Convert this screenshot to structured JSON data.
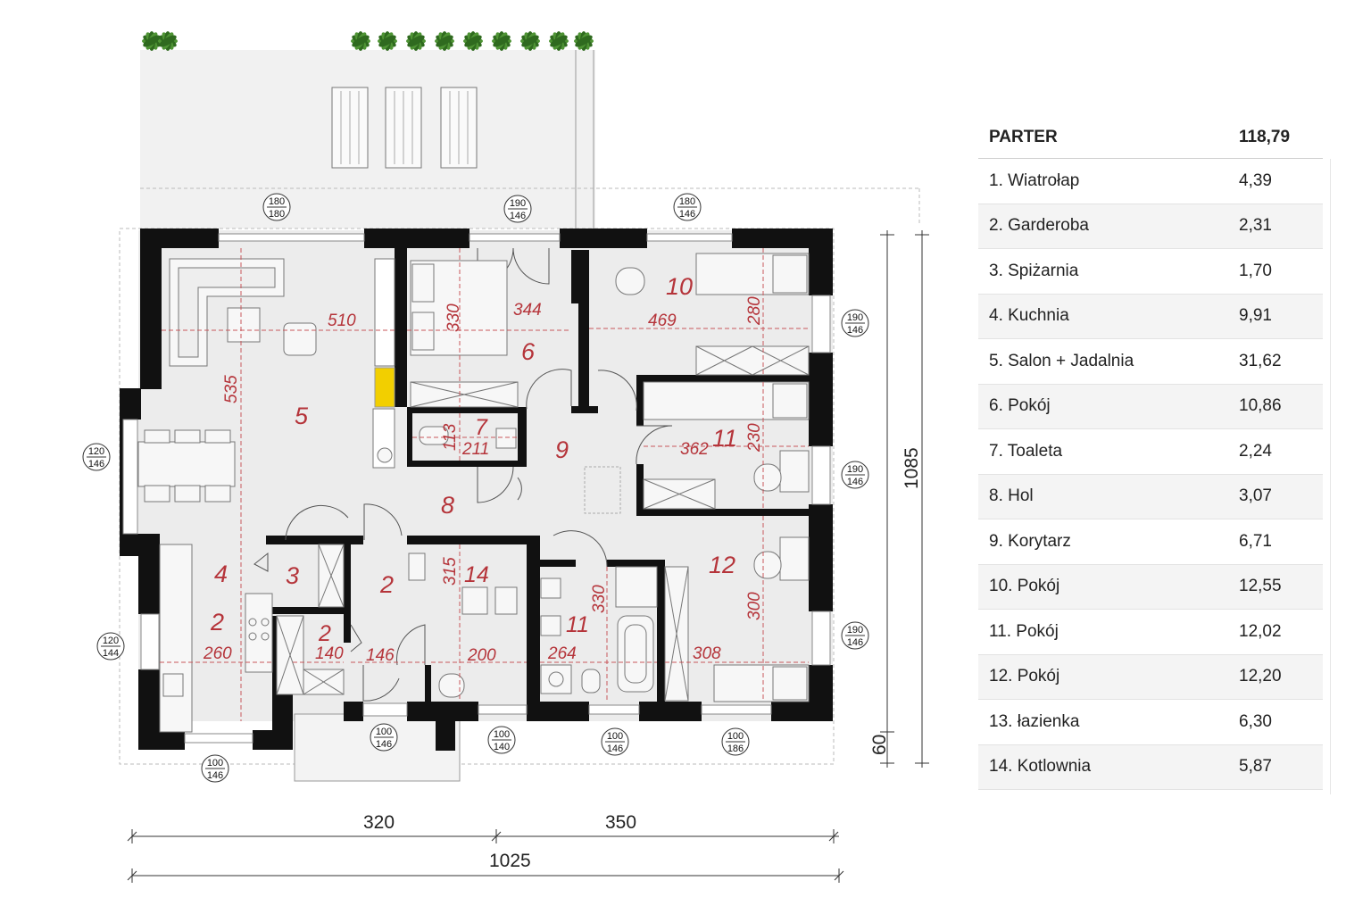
{
  "table": {
    "header": {
      "label": "PARTER",
      "value": "118,79"
    },
    "rows": [
      {
        "label": "1. Wiatrołap",
        "value": "4,39"
      },
      {
        "label": "2. Garderoba",
        "value": "2,31"
      },
      {
        "label": "3. Spiżarnia",
        "value": "1,70"
      },
      {
        "label": "4. Kuchnia",
        "value": "9,91"
      },
      {
        "label": "5. Salon + Jadalnia",
        "value": "31,62"
      },
      {
        "label": "6. Pokój",
        "value": "10,86"
      },
      {
        "label": "7. Toaleta",
        "value": "2,24"
      },
      {
        "label": "8. Hol",
        "value": "3,07"
      },
      {
        "label": "9. Korytarz",
        "value": "6,71"
      },
      {
        "label": "10. Pokój",
        "value": "12,55"
      },
      {
        "label": "11. Pokój",
        "value": "12,02"
      },
      {
        "label": "12. Pokój",
        "value": "12,20"
      },
      {
        "label": "13. łazienka",
        "value": "6,30"
      },
      {
        "label": "14. Kotlownia",
        "value": "5,87"
      }
    ]
  },
  "room_numbers": {
    "r5": "5",
    "r6": "6",
    "r7": "7",
    "r8": "8",
    "r9": "9",
    "r10": "10",
    "r11a": "11",
    "r11b": "11",
    "r12": "12",
    "r14": "14",
    "r4": "4",
    "r3": "3",
    "r2a": "2",
    "r2b": "2",
    "r2c": "2"
  },
  "inner_dims": {
    "d510": "510",
    "d535": "535",
    "d330a": "330",
    "d344": "344",
    "d469": "469",
    "d280a": "280",
    "d113": "113",
    "d211": "211",
    "d362": "362",
    "d230": "230",
    "d315": "315",
    "d330b": "330",
    "d300": "300",
    "d260": "260",
    "d140": "140",
    "d146": "146",
    "d200": "200",
    "d264": "264",
    "d308": "308"
  },
  "outer_dims": {
    "d320": "320",
    "d350": "350",
    "d1025": "1025",
    "d1085": "1085",
    "d60": "60"
  },
  "windows": {
    "w1": [
      "180",
      "180"
    ],
    "w2": [
      "190",
      "146"
    ],
    "w3": [
      "180",
      "146"
    ],
    "w4": [
      "190",
      "146"
    ],
    "w5": [
      "190",
      "146"
    ],
    "w6": [
      "190",
      "146"
    ],
    "w7": [
      "120",
      "146"
    ],
    "w8": [
      "120",
      "144"
    ],
    "w9": [
      "100",
      "146"
    ],
    "w10": [
      "100",
      "146"
    ],
    "w11": [
      "100",
      "140"
    ],
    "w12": [
      "100",
      "146"
    ],
    "w13": [
      "100",
      "186"
    ]
  },
  "colors": {
    "wall": "#111111",
    "floor": "#ececec",
    "terrace": "#f1f1f1",
    "label": "#b5343a",
    "plant": "#3f7f2c",
    "fireplace": "#f2cf00"
  }
}
